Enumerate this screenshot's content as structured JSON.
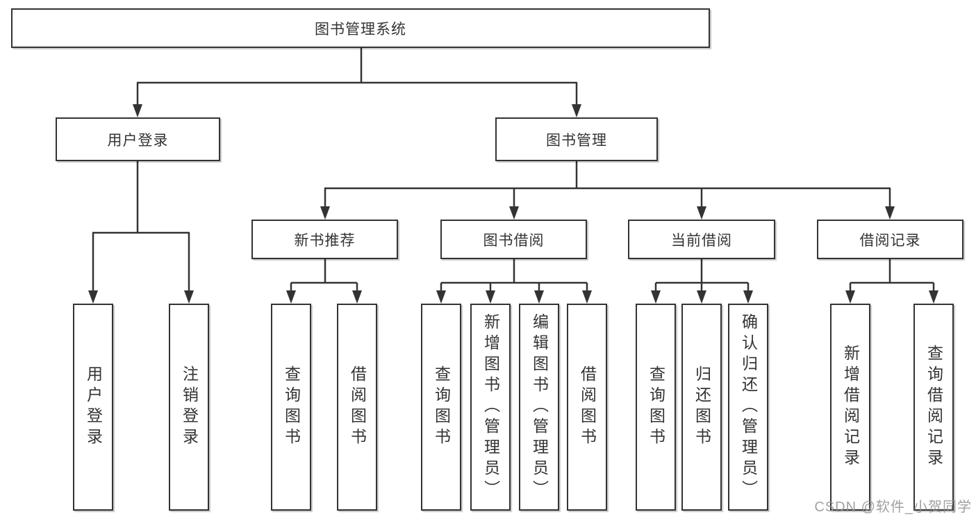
{
  "diagram": {
    "root": {
      "label": "图书管理系统",
      "children": [
        {
          "label": "用户登录",
          "children": [
            {
              "label": "用户登录"
            },
            {
              "label": "注销登录"
            }
          ]
        },
        {
          "label": "图书管理",
          "children": [
            {
              "label": "新书推荐",
              "children": [
                {
                  "label": "查询图书"
                },
                {
                  "label": "借阅图书"
                }
              ]
            },
            {
              "label": "图书借阅",
              "children": [
                {
                  "label": "查询图书"
                },
                {
                  "label": "新增图书（管理员）"
                },
                {
                  "label": "编辑图书（管理员）"
                },
                {
                  "label": "借阅图书"
                }
              ]
            },
            {
              "label": "当前借阅",
              "children": [
                {
                  "label": "查询图书"
                },
                {
                  "label": "归还图书"
                },
                {
                  "label": "确认归还（管理员）"
                }
              ]
            },
            {
              "label": "借阅记录",
              "children": [
                {
                  "label": "新增借阅记录"
                },
                {
                  "label": "查询借阅记录"
                }
              ]
            }
          ]
        }
      ]
    }
  },
  "watermark": {
    "text": "CSDN @软件_小贺同学"
  },
  "colors": {
    "line": "#333333",
    "box_border": "#333333",
    "text": "#333333",
    "background": "#ffffff"
  }
}
